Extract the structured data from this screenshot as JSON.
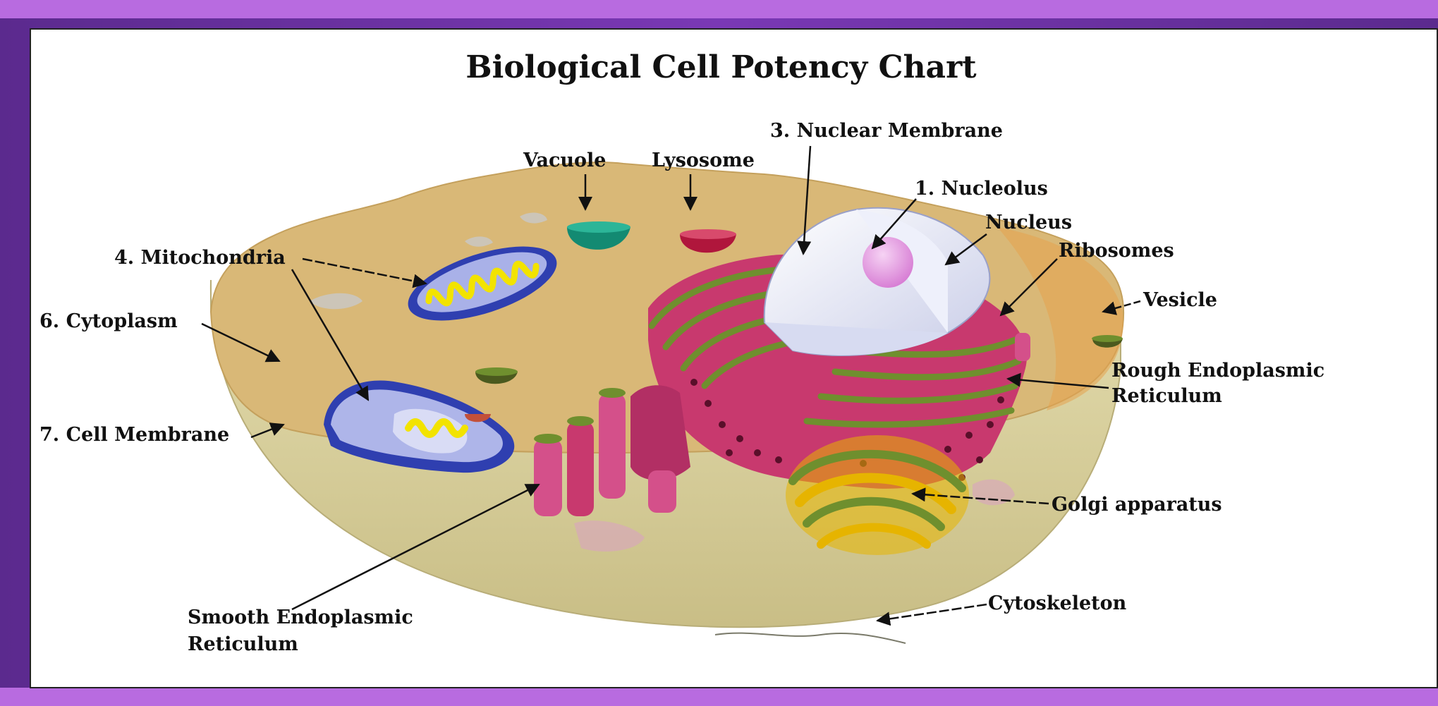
{
  "title": "Biological Cell Potency Chart",
  "labels": {
    "nuclear_membrane": "3. Nuclear Membrane",
    "vacuole": "Vacuole",
    "lysosome": "Lysosome",
    "nucleolus": "1. Nucleolus",
    "nucleus": "Nucleus",
    "ribosomes": "Ribosomes",
    "vesicle": "Vesicle",
    "mitochondria": "4. Mitochondria",
    "cytoplasm": "6. Cytoplasm",
    "cell_membrane": "7. Cell Membrane",
    "rough_er_line1": "Rough Endoplasmic",
    "rough_er_line2": "Reticulum",
    "golgi": "Golgi apparatus",
    "cytoskeleton": "Cytoskeleton",
    "smooth_er_line1": "Smooth Endoplasmic",
    "smooth_er_line2": "Reticulum"
  },
  "colors": {
    "frame": "#6a2f9e",
    "frame_band": "#b86be0",
    "cytoplasm": "#d9b877",
    "cell_body": "#d8cf9e",
    "rough_er": "#c8396e",
    "er_stripe": "#6f8f2e",
    "nucleus": "#e8ecf8",
    "nucleolus": "#e9a6e6",
    "mitochondria_outer": "#2f3fb0",
    "mitochondria_inner": "#f2e300",
    "vacuole": "#138a72",
    "lysosome": "#b0163c",
    "golgi": "#e6b400"
  }
}
